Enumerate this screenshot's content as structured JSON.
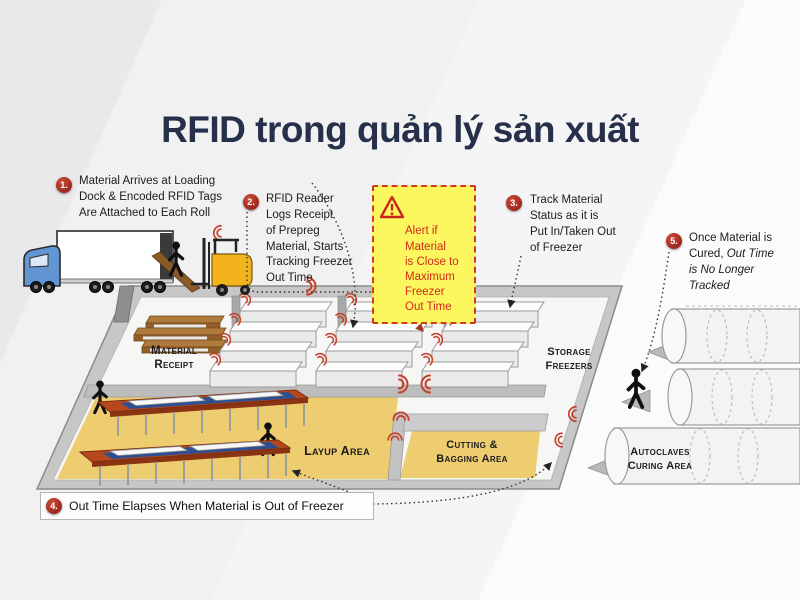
{
  "title": "RFID trong quản lý sản xuất",
  "steps": {
    "s1": {
      "num": "1.",
      "text": "Material Arrives at Loading\nDock & Encoded RFID Tags\nAre Attached to Each Roll"
    },
    "s2": {
      "num": "2.",
      "text": "RFID Reader\nLogs Receipt\nof Prepreg\nMaterial, Starts\nTracking Freezer\nOut Time"
    },
    "s3": {
      "num": "3.",
      "text": "Track Material\nStatus as it is\nPut In/Taken Out\nof Freezer"
    },
    "s4": {
      "num": "4.",
      "text": "Out Time Elapses When Material is Out of Freezer"
    },
    "s5": {
      "num": "5.",
      "text_normal": "Once Material is\nCured, ",
      "text_italic": "Out Time\nis No Longer\nTracked"
    }
  },
  "alert": {
    "icon": "warning-triangle-icon",
    "text": "Alert if\nMaterial\nis Close to\nMaximum\nFreezer\nOut Time"
  },
  "areas": {
    "material_receipt": [
      "Material",
      "Receipt"
    ],
    "storage_freezers": [
      "Storage",
      "Freezers"
    ],
    "layup": [
      "Layup Area"
    ],
    "cutting": [
      "Cutting &",
      "Bagging Area"
    ],
    "autoclaves": [
      "Autoclaves",
      "Curing Area"
    ]
  },
  "colors": {
    "title": "#27304a",
    "step_circle": "#a02018",
    "alert_bg": "#fdf75f",
    "alert_red": "#cf2a1a",
    "layup_floor": "#eecd70",
    "wall_gray": "#c7c7c7",
    "rfid_signal": "#c5402c",
    "truck_cab_blue": "#6296d2",
    "forklift_yellow": "#f2b31c",
    "roll_brown": "#9a6a33",
    "table_orange": "#b7481e",
    "table_blue": "#2d4f8f"
  }
}
